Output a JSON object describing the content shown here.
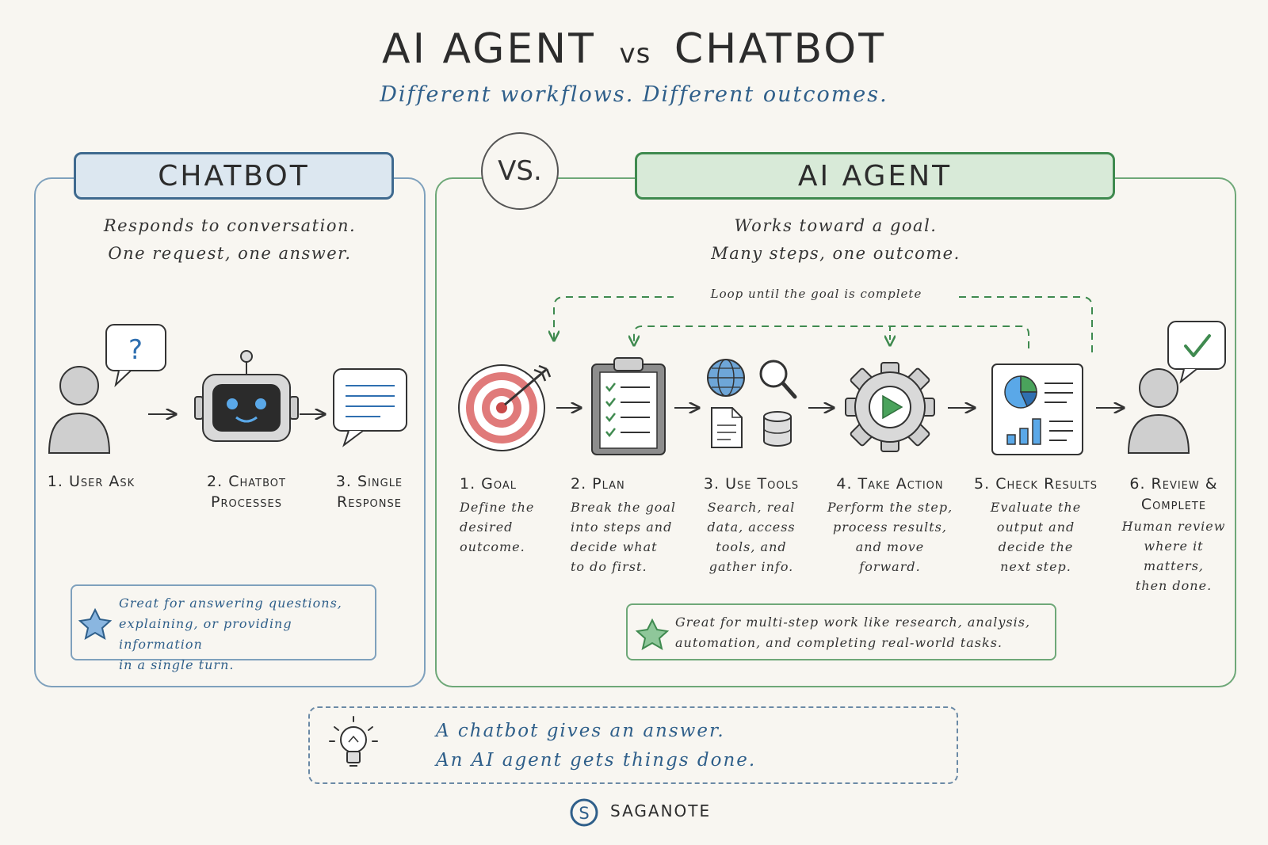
{
  "header": {
    "title_left": "AI AGENT",
    "title_vs": "vs",
    "title_right": "CHATBOT",
    "subtitle": "Different workflows. Different outcomes."
  },
  "vs_badge": "VS.",
  "chatbot": {
    "heading": "CHATBOT",
    "tagline_1": "Responds to conversation.",
    "tagline_2": "One request, one answer.",
    "steps": [
      {
        "label_1": "1. User Ask",
        "label_2": ""
      },
      {
        "label_1": "2. Chatbot",
        "label_2": "Processes"
      },
      {
        "label_1": "3. Single",
        "label_2": "Response"
      }
    ],
    "note_1": "Great for answering questions,",
    "note_2": "explaining, or providing information",
    "note_3": "in a single turn."
  },
  "agent": {
    "heading": "AI AGENT",
    "tagline_1": "Works toward a goal.",
    "tagline_2": "Many steps, one outcome.",
    "loop_label": "Loop until the goal is complete",
    "steps": [
      {
        "label_1": "1. Goal",
        "label_2": "",
        "desc": [
          "Define the",
          "desired",
          "outcome.",
          ""
        ]
      },
      {
        "label_1": "2. Plan",
        "label_2": "",
        "desc": [
          "Break the goal",
          "into steps and",
          "decide what",
          "to do first."
        ]
      },
      {
        "label_1": "3. Use Tools",
        "label_2": "",
        "desc": [
          "Search, real",
          "data, access",
          "tools, and",
          "gather info."
        ]
      },
      {
        "label_1": "4. Take Action",
        "label_2": "",
        "desc": [
          "Perform the step,",
          "process results,",
          "and move",
          "forward."
        ]
      },
      {
        "label_1": "5. Check Results",
        "label_2": "",
        "desc": [
          "Evaluate the",
          "output and",
          "decide the",
          "next step."
        ]
      },
      {
        "label_1": "6. Review &",
        "label_2": "Complete",
        "desc": [
          "Human review",
          "where it matters,",
          "then done.",
          ""
        ]
      }
    ],
    "note_1": "Great for multi-step work like research, analysis,",
    "note_2": "automation, and completing real-world tasks."
  },
  "summary": {
    "line_1": "A chatbot gives an answer.",
    "line_2": "An AI agent gets things done."
  },
  "brand": {
    "name": "SAGANOTE"
  },
  "colors": {
    "background": "#f8f6f1",
    "chatbot_blue": "#3f6a8f",
    "chatbot_fill": "#dce7f0",
    "agent_green": "#3f8a4f",
    "agent_fill": "#d8ead8",
    "target_red": "#d06060",
    "ink": "#2c2c2c"
  }
}
